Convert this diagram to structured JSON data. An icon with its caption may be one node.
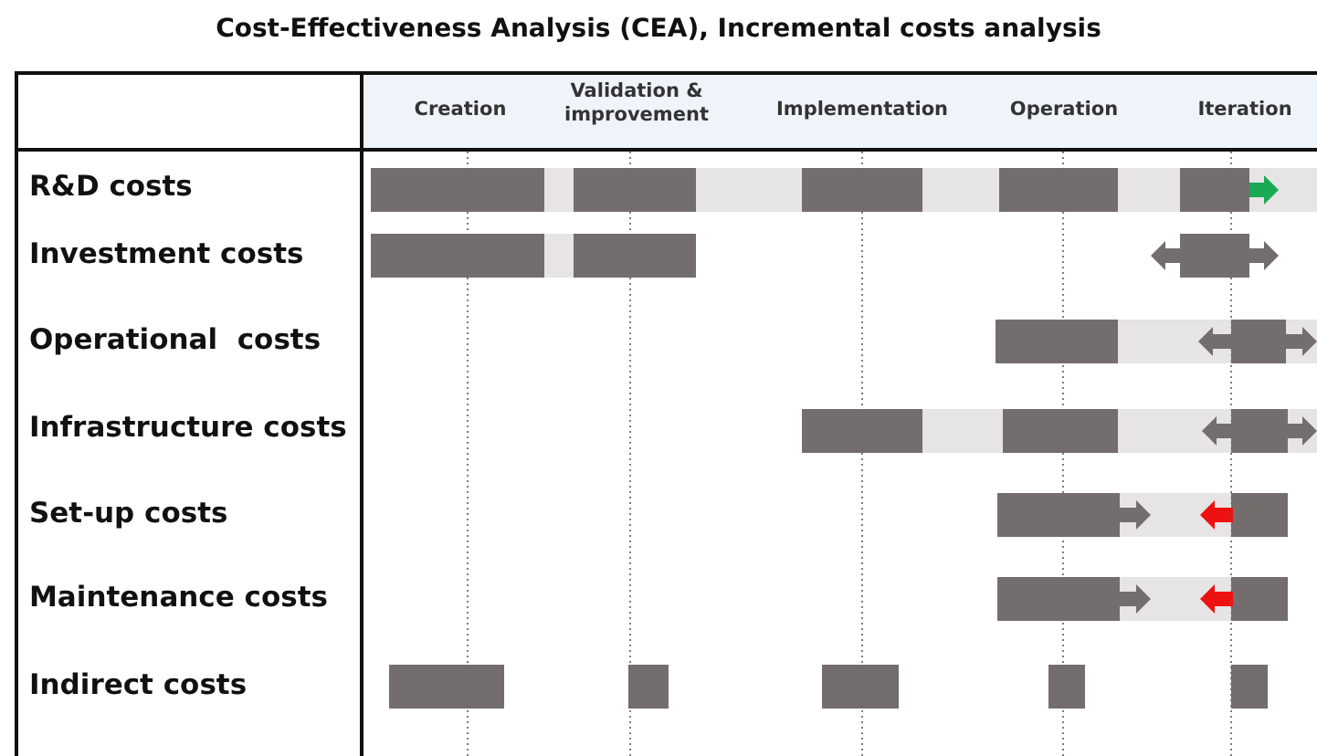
{
  "diagram": {
    "title": "Cost-Effectiveness Analysis (CEA), Incremental costs analysis",
    "labels": [
      "Creation",
      "Validation & improvement",
      "Implementation",
      "Operation",
      "Iteration",
      "R&D costs",
      "Investment costs",
      "Operational  costs",
      "Infrastructure costs",
      "Set-up costs",
      "Maintenance costs",
      "Indirect costs"
    ]
  }
}
